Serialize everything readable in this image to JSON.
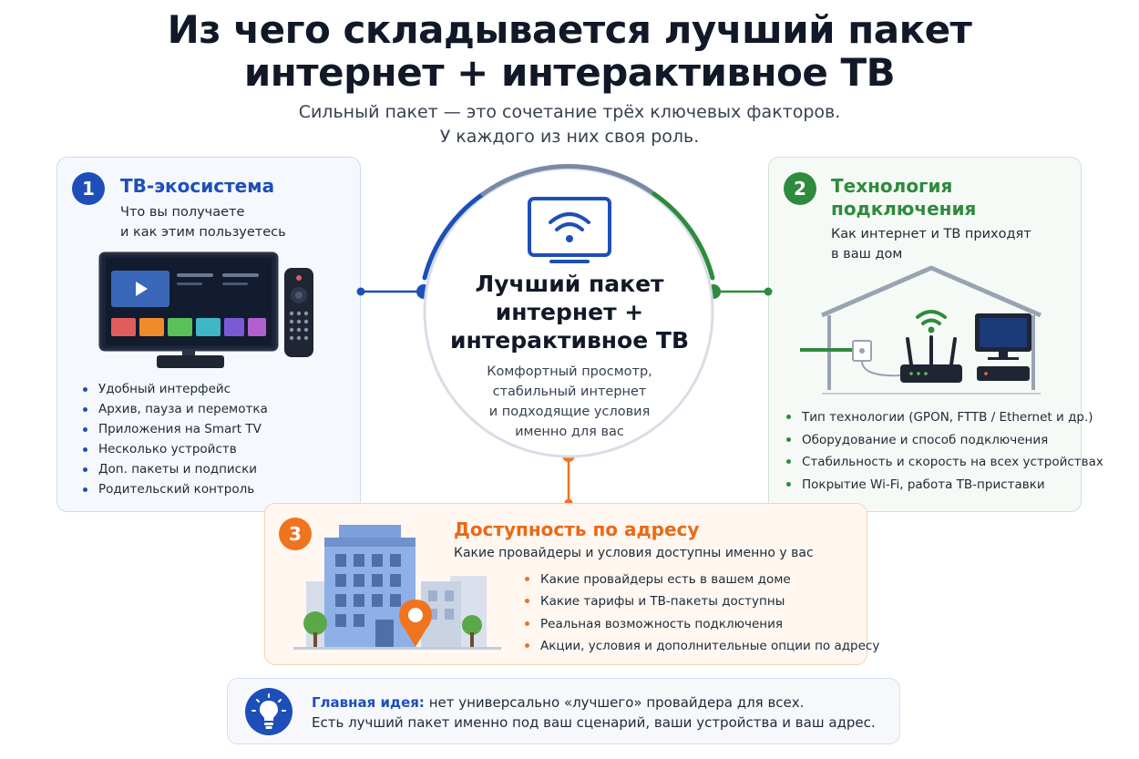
{
  "header": {
    "title_line1": "Из чего складывается лучший пакет",
    "title_line2": "интернет + интерактивное ТВ",
    "subtitle_line1": "Сильный пакет — это сочетание трёх ключевых факторов.",
    "subtitle_line2": "У каждого из них своя роль."
  },
  "center": {
    "title_line1": "Лучший пакет",
    "title_line2": "интернет +",
    "title_line3": "интерактивное ТВ",
    "desc_line1": "Комфортный просмотр,",
    "desc_line2": "стабильный интернет",
    "desc_line3": "и подходящие условия",
    "desc_line4": "именно для вас",
    "icon": "tv-wifi-icon"
  },
  "factor1": {
    "number": "1",
    "title": "ТВ-экосистема",
    "desc_line1": "Что вы получаете",
    "desc_line2": "и как этим пользуетесь",
    "items": [
      "Удобный интерфейс",
      "Архив, пауза и перемотка",
      "Приложения на Smart TV",
      "Несколько устройств",
      "Доп. пакеты и подписки",
      "Родительский контроль"
    ],
    "illustration": "tv-remote-illustration"
  },
  "factor2": {
    "number": "2",
    "title_line1": "Технология",
    "title_line2": "подключения",
    "desc_line1": "Как интернет и ТВ приходят",
    "desc_line2": "в ваш дом",
    "items": [
      "Тип технологии (GPON, FTTB / Ethernet и др.)",
      "Оборудование и способ подключения",
      "Стабильность и скорость на всех устройствах",
      "Покрытие Wi-Fi, работа ТВ-приставки"
    ],
    "illustration": "house-router-illustration"
  },
  "factor3": {
    "number": "3",
    "title": "Доступность по адресу",
    "desc": "Какие провайдеры и условия доступны именно у вас",
    "items": [
      "Какие провайдеры есть в вашем доме",
      "Какие тарифы и ТВ-пакеты доступны",
      "Реальная возможность подключения",
      "Акции, условия и дополнительные опции по адресу"
    ],
    "illustration": "city-location-illustration"
  },
  "idea": {
    "label": "Главная идея:",
    "text_line1": " нет универсально «лучшего» провайдера для всех.",
    "text_line2": "Есть лучший пакет именно под ваш сценарий, ваши устройства и ваш адрес.",
    "icon": "lightbulb-icon"
  },
  "colors": {
    "blue": "#1e4fb8",
    "green": "#2e8b3d",
    "orange": "#f0731f"
  }
}
